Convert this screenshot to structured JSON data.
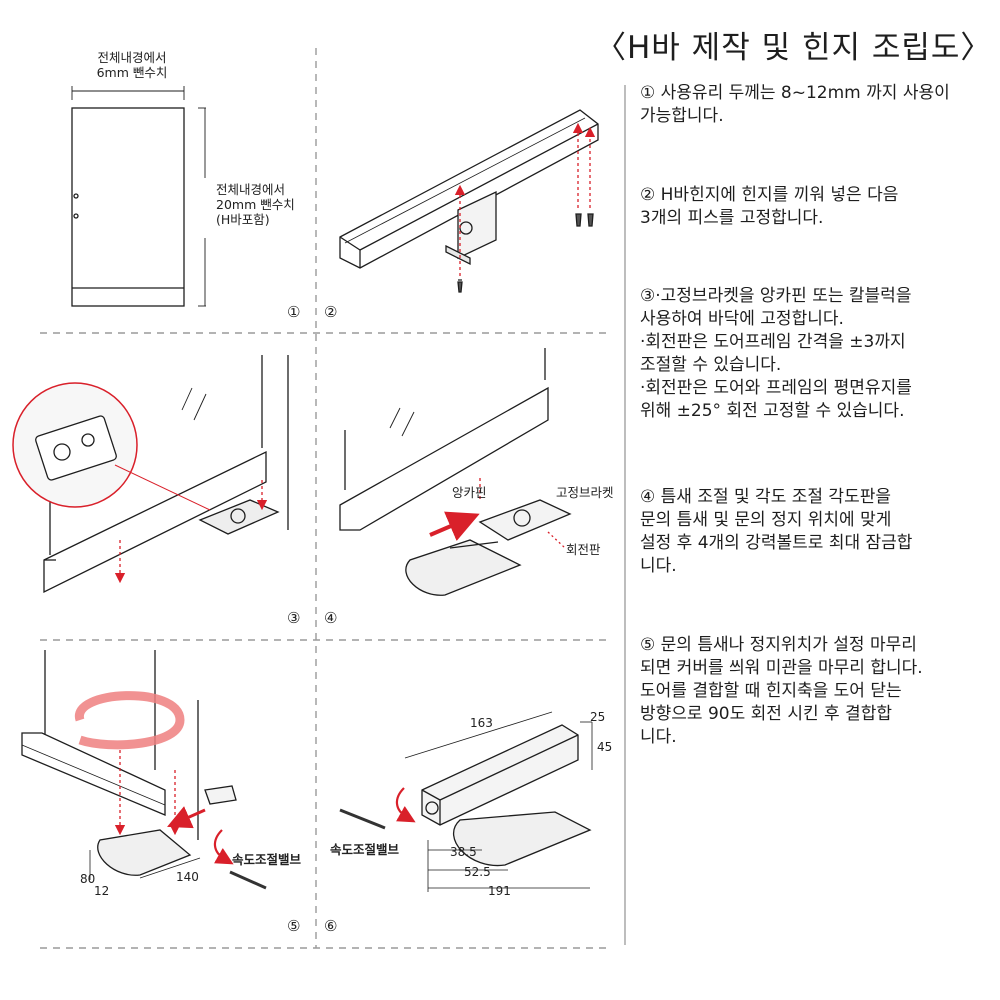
{
  "title": "〈H바 제작 및 힌지 조립도〉",
  "steps": [
    {
      "id": "1",
      "lines": [
        "① 사용유리 두께는 8~12mm 까지 사용이",
        "가능합니다."
      ]
    },
    {
      "id": "2",
      "lines": [
        "② H바힌지에 힌지를 끼워 넣은 다음",
        "3개의 피스를 고정합니다."
      ]
    },
    {
      "id": "3",
      "lines": [
        "③·고정브라켓을 앙카핀 또는 칼블럭을",
        "사용하여 바닥에 고정합니다.",
        "·회전판은 도어프레임 간격을 ±3까지",
        "조절할 수 있습니다.",
        "·회전판은 도어와 프레임의 평면유지를",
        "위해 ±25° 회전 고정할 수 있습니다."
      ]
    },
    {
      "id": "4",
      "lines": [
        "④ 틈새 조절 및 각도 조절 각도판을",
        "문의 틈새 및 문의 정지 위치에 맞게",
        "설정 후 4개의 강력볼트로 최대 잠금합",
        "니다."
      ]
    },
    {
      "id": "5",
      "lines": [
        "⑤ 문의 틈새나 정지위치가 설정 마무리",
        "되면 커버를 씌워 미관을 마무리 합니다.",
        "도어를 결합할 때 힌지축을 도어 닫는",
        "방향으로 90도 회전 시킨 후 결합합",
        "니다."
      ]
    }
  ],
  "diagram": {
    "panel1": {
      "label_top_line1": "전체내경에서",
      "label_top_line2": "6mm 뺀수치",
      "label_side_line1": "전체내경에서",
      "label_side_line2": "20mm 뺀수치",
      "label_side_line3": "(H바포함)"
    },
    "panel4": {
      "anchor_pin": "앙카핀",
      "fixed_bracket": "고정브라켓",
      "rotation_plate": "회전판"
    },
    "panel5": {
      "speed_valve": "속도조절밸브",
      "dim_80": "80",
      "dim_12": "12",
      "dim_140": "140"
    },
    "panel6": {
      "speed_valve": "속도조절밸브",
      "dim_163": "163",
      "dim_25": "25",
      "dim_45": "45",
      "dim_38_5": "38.5",
      "dim_52_5": "52.5",
      "dim_191": "191"
    },
    "figure_numbers": [
      "①",
      "②",
      "③",
      "④",
      "⑤",
      "⑥"
    ]
  },
  "colors": {
    "accent_red": "#d9202a",
    "rotation_arrow": "#ee7f7f",
    "line": "#1e1e1e",
    "dashed": "#9a9a9a"
  }
}
